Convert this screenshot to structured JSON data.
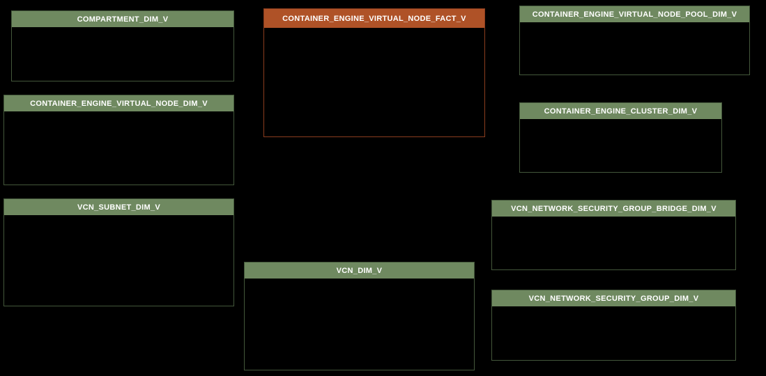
{
  "diagram": {
    "type": "database-schema-diagram",
    "colors": {
      "background": "#000000",
      "body_fill": "#000000",
      "dimension_header": "#6f8960",
      "dimension_border": "#44583b",
      "fact_header": "#af5227",
      "fact_border": "#8c3d1e",
      "title_text": "#ffffff"
    },
    "entities": [
      {
        "name": "COMPARTMENT_DIM_V",
        "type": "dimension"
      },
      {
        "name": "CONTAINER_ENGINE_VIRTUAL_NODE_FACT_V",
        "type": "fact"
      },
      {
        "name": "CONTAINER_ENGINE_VIRTUAL_NODE_POOL_DIM_V",
        "type": "dimension"
      },
      {
        "name": "CONTAINER_ENGINE_VIRTUAL_NODE_DIM_V",
        "type": "dimension"
      },
      {
        "name": "CONTAINER_ENGINE_CLUSTER_DIM_V",
        "type": "dimension"
      },
      {
        "name": "VCN_SUBNET_DIM_V",
        "type": "dimension"
      },
      {
        "name": "VCN_NETWORK_SECURITY_GROUP_BRIDGE_DIM_V",
        "type": "dimension"
      },
      {
        "name": "VCN_DIM_V",
        "type": "dimension"
      },
      {
        "name": "VCN_NETWORK_SECURITY_GROUP_DIM_V",
        "type": "dimension"
      }
    ]
  }
}
